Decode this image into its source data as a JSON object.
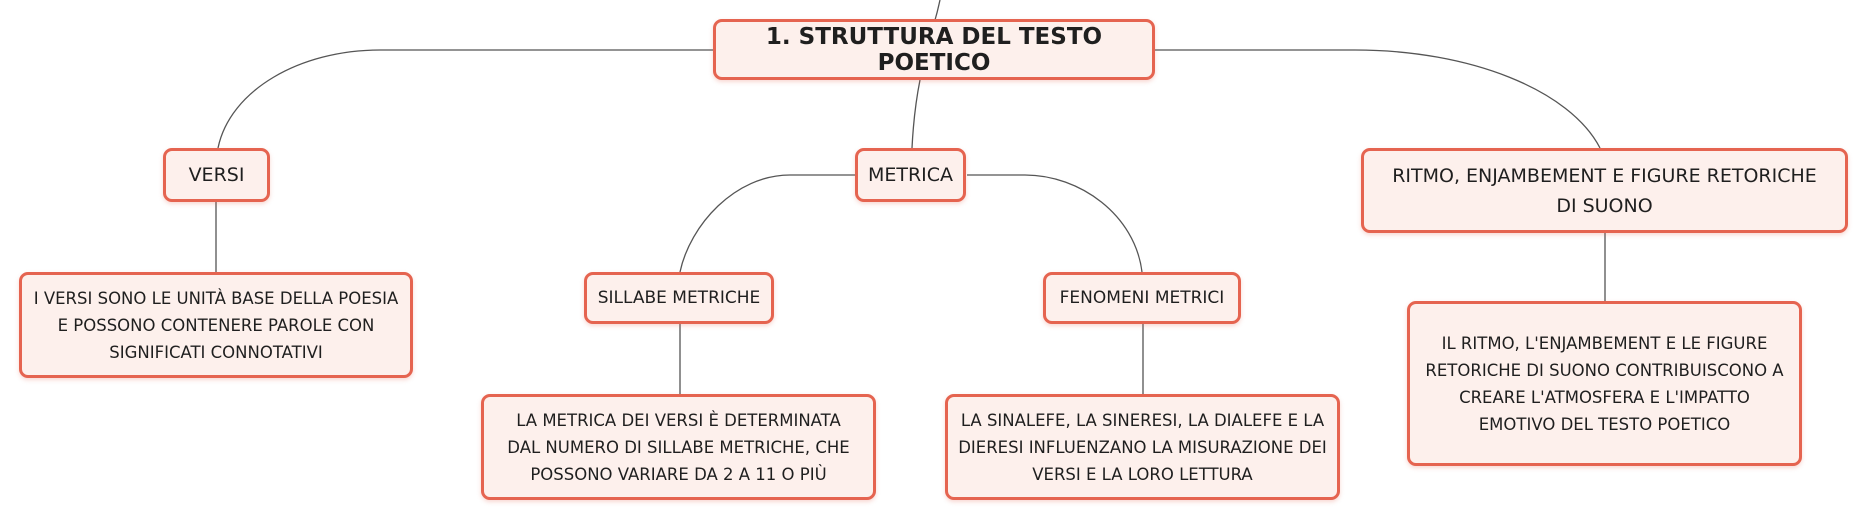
{
  "colors": {
    "border": "#e56450",
    "fill": "#fdf0ec",
    "text": "#1f1f1f",
    "line": "#555555"
  },
  "nodes": {
    "root": "1. STRUTTURA DEL TESTO POETICO",
    "versi": "VERSI",
    "metrica": "METRICA",
    "ritmo": "RITMO, ENJAMBEMENT E FIGURE RETORICHE DI SUONO",
    "versi_detail": "I VERSI SONO LE UNITÀ BASE DELLA POESIA E POSSONO CONTENERE PAROLE CON SIGNIFICATI CONNOTATIVI",
    "sillabe": "SILLABE METRICHE",
    "sillabe_detail": "LA METRICA DEI VERSI È DETERMINATA DAL NUMERO DI SILLABE METRICHE, CHE POSSONO VARIARE DA 2 A 11 O PIÙ",
    "fenomeni": "FENOMENI METRICI",
    "fenomeni_detail": "LA SINALEFE, LA SINERESI, LA DIALEFE E LA DIERESI INFLUENZANO LA MISURAZIONE DEI VERSI E LA LORO LETTURA",
    "ritmo_detail": "IL RITMO, L'ENJAMBEMENT E LE FIGURE RETORICHE DI SUONO CONTRIBUISCONO A CREARE L'ATMOSFERA E L'IMPATTO EMOTIVO DEL TESTO POETICO"
  }
}
